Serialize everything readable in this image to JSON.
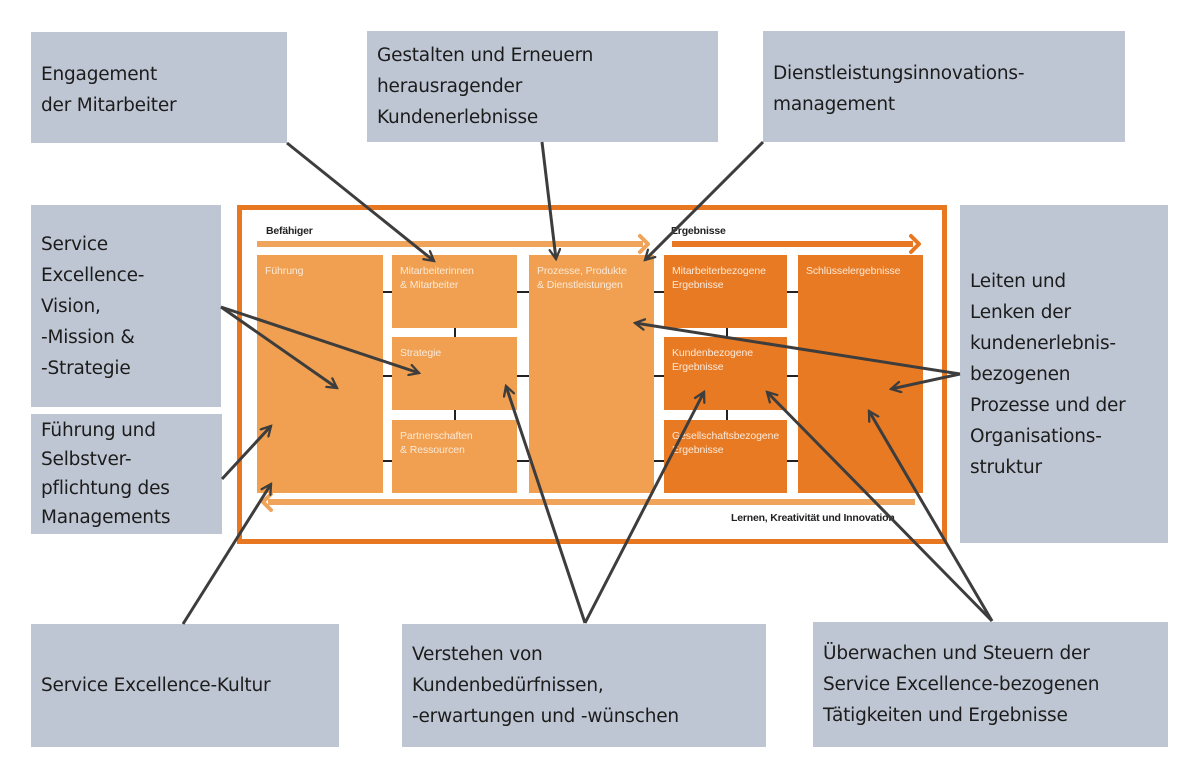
{
  "colors": {
    "callout_bg": "#bfc6d3",
    "frame_orange": "#e87722",
    "enabler_orange": "#f0a050",
    "result_orange": "#e87a24",
    "arrow_gray": "#3d3d3d"
  },
  "model": {
    "enablers_label": "Befähiger",
    "results_label": "Ergebnisse",
    "feedback_label": "Lernen, Kreativität und Innovation",
    "blocks": {
      "fuehrung": [
        "Führung"
      ],
      "mitarbeiter": [
        "Mitarbeiterinnen",
        "& Mitarbeiter"
      ],
      "strategie": [
        "Strategie"
      ],
      "partnerschaften": [
        "Partnerschaften",
        "& Ressourcen"
      ],
      "prozesse": [
        "Prozesse, Produkte",
        "& Dienstleistungen"
      ],
      "mitarbeiterbezogene": [
        "Mitarbeiterbezogene",
        "Ergebnisse"
      ],
      "kundenbezogene": [
        "Kundenbezogene",
        "Ergebnisse"
      ],
      "gesellschaftsbezogene": [
        "Gesellschaftsbezogene",
        "Ergebnisse"
      ],
      "schluesselergebnisse": [
        "Schlüsselergebnisse"
      ]
    }
  },
  "callouts": {
    "engagement": [
      "Engagement",
      "der Mitarbeiter"
    ],
    "gestalten": [
      "Gestalten und Erneuern",
      "herausragender",
      "Kundenerlebnisse"
    ],
    "innovation": [
      "Dienstleistungsinnovations-",
      "management"
    ],
    "vision": [
      "Service",
      "Excellence-",
      "Vision,",
      "-Mission &",
      "-Strategie"
    ],
    "fuehrung_management": [
      "Führung und",
      "Selbstver-",
      "pflichtung des",
      "Managements"
    ],
    "leiten": [
      "Leiten und",
      "Lenken der",
      "kundenerlebnis-",
      "bezogenen",
      "Prozesse und der",
      "Organisations-",
      "struktur"
    ],
    "kultur": [
      "Service Excellence-Kultur"
    ],
    "verstehen": [
      "Verstehen von",
      "Kundenbedürfnissen,",
      "-erwartungen und -wünschen"
    ],
    "ueberwachen": [
      "Überwachen und Steuern der",
      "Service Excellence-bezogenen",
      "Tätigkeiten und Ergebnisse"
    ]
  },
  "connections": [
    {
      "from": "engagement",
      "to": "mitarbeiter"
    },
    {
      "from": "gestalten",
      "to": "prozesse"
    },
    {
      "from": "innovation",
      "to": "prozesse"
    },
    {
      "from": "vision",
      "to": "fuehrung"
    },
    {
      "from": "vision",
      "to": "strategie"
    },
    {
      "from": "fuehrung_management",
      "to": "fuehrung"
    },
    {
      "from": "kultur",
      "to": "fuehrung"
    },
    {
      "from": "leiten",
      "to": "prozesse"
    },
    {
      "from": "leiten",
      "to": "schluesselergebnisse"
    },
    {
      "from": "verstehen",
      "to": "strategie"
    },
    {
      "from": "verstehen",
      "to": "kundenbezogene"
    },
    {
      "from": "ueberwachen",
      "to": "kundenbezogene"
    },
    {
      "from": "ueberwachen",
      "to": "schluesselergebnisse"
    }
  ]
}
